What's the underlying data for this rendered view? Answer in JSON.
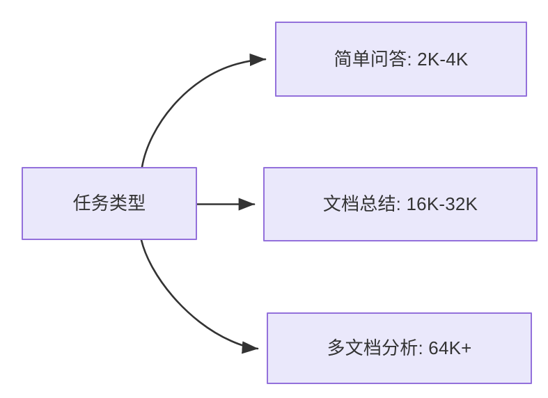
{
  "diagram": {
    "title": "任务类型",
    "background_color": "#ffffff",
    "node_fill_color": "#eae8fb",
    "node_border_color": "#9370db",
    "node_text_color": "#333333",
    "edge_color": "#333333",
    "nodes": [
      {
        "id": "root",
        "label": "任务类型",
        "role": "source"
      },
      {
        "id": "qa",
        "label": "简单问答: 2K-4K",
        "role": "target"
      },
      {
        "id": "doc",
        "label": "文档总结: 16K-32K",
        "role": "target"
      },
      {
        "id": "multi",
        "label": "多文档分析: 64K+",
        "role": "target"
      }
    ],
    "edges": [
      {
        "id": "edge-root-qa",
        "from": "root",
        "to": "qa",
        "label": "",
        "style": "curved",
        "arrow": "arrowhead-icon"
      },
      {
        "id": "edge-root-doc",
        "from": "root",
        "to": "doc",
        "label": "",
        "style": "straight",
        "arrow": "arrowhead-icon"
      },
      {
        "id": "edge-root-multi",
        "from": "root",
        "to": "multi",
        "label": "",
        "style": "curved",
        "arrow": "arrowhead-icon"
      }
    ]
  }
}
